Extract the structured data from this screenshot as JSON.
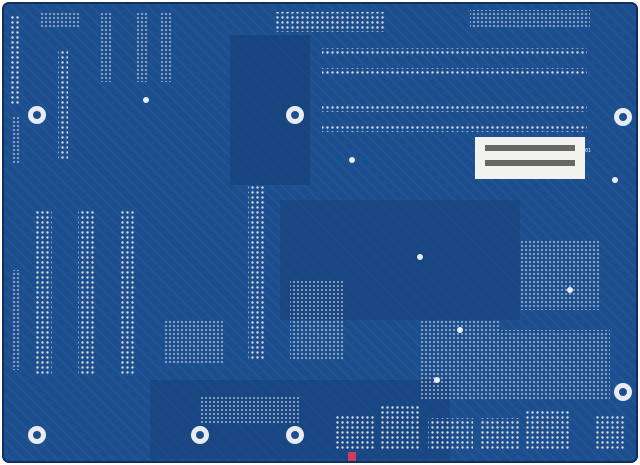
{
  "image": {
    "subject": "motherboard-back-side",
    "colors": {
      "pcb": "#1d4f8f",
      "pcb_dark": "#163f77",
      "trace": "#2a63a8",
      "pad": "#d9dde3",
      "via": "#e8ecf0",
      "sticker": "#f2f2ee",
      "barcode": "#3a3a3a",
      "white_bg": "#ffffff",
      "red_led": "#d43a5a"
    }
  },
  "label_sticker": {
    "code": "01",
    "barcode_lines": 2
  }
}
